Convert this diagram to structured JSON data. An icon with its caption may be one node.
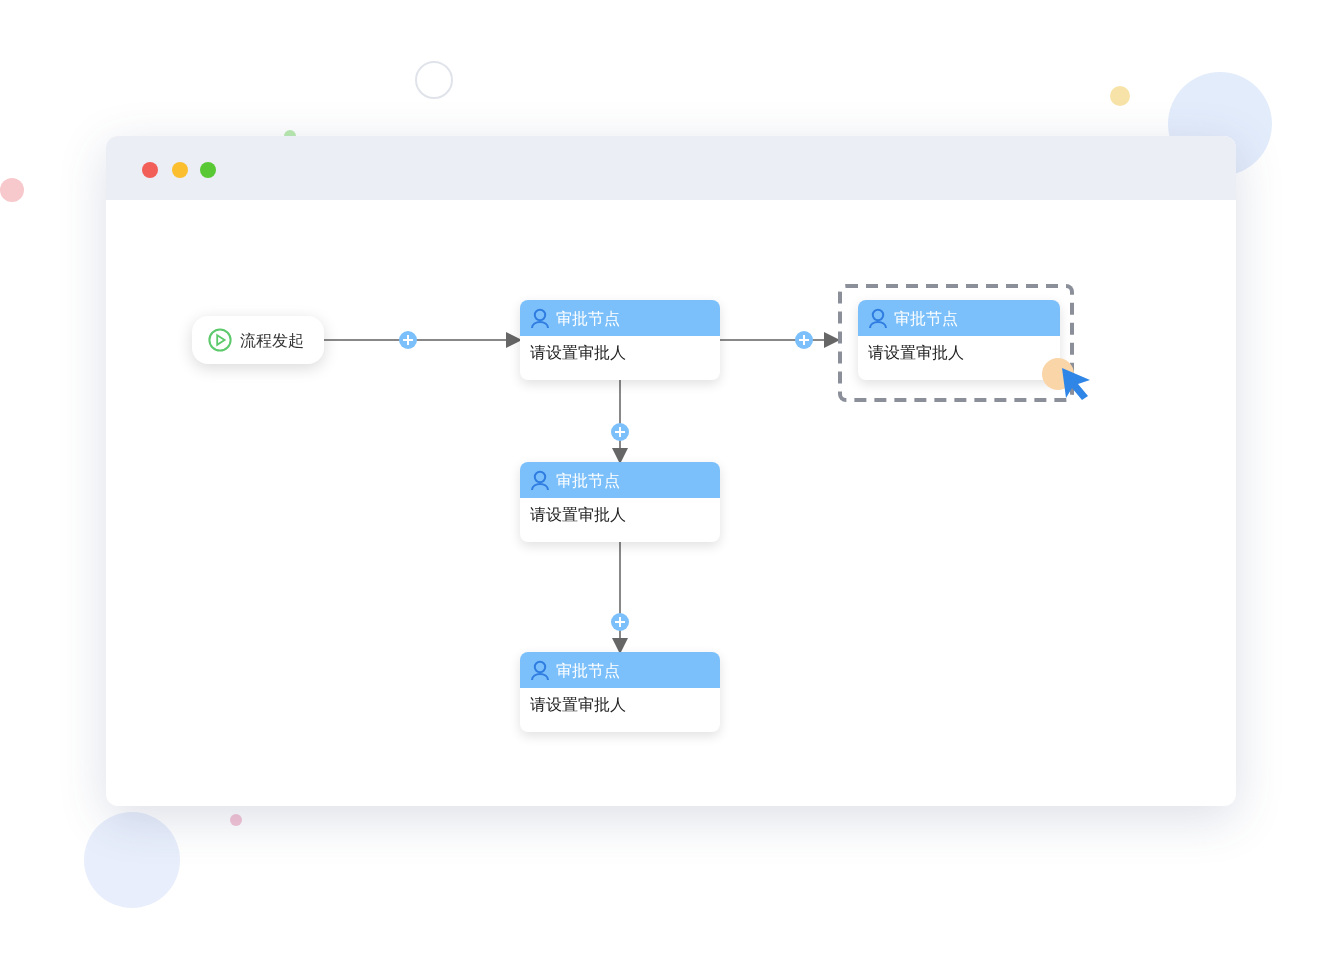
{
  "diagram": {
    "nodes": [
      {
        "text": [
          "流程发起"
        ]
      },
      {
        "text": [
          "审批节点",
          "请设置审批人"
        ]
      },
      {
        "text": [],
        "shape": "box"
      },
      {
        "text": [
          "审批节点",
          "请设置审批人"
        ],
        "in": 2
      },
      {
        "text": [
          "审批节点",
          "请设置审批人"
        ]
      },
      {
        "text": [
          "审批节点",
          "请设置审批人"
        ]
      }
    ],
    "edges": [
      {
        "from": 0,
        "to": 1,
        "arrow": "to"
      },
      {
        "from": 1,
        "to": 2,
        "arrow": "to"
      },
      {
        "from": 1,
        "to": 4,
        "arrow": "to"
      },
      {
        "from": 4,
        "to": 5,
        "arrow": "to"
      }
    ]
  }
}
